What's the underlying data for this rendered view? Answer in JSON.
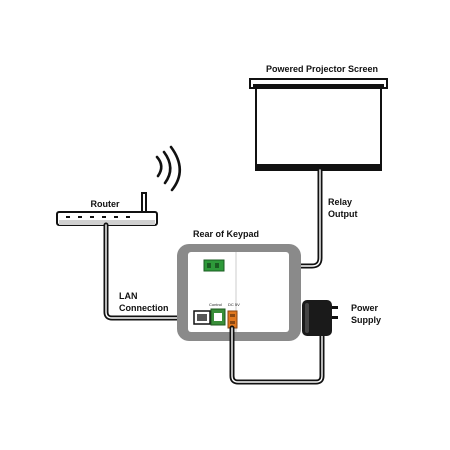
{
  "labels": {
    "projector_screen": "Powered Projector Screen",
    "relay_output_line1": "Relay",
    "relay_output_line2": "Output",
    "router": "Router",
    "rear_of_keypad": "Rear of Keypad",
    "lan_line1": "LAN",
    "lan_line2": "Connection",
    "power_line1": "Power",
    "power_line2": "Supply",
    "control_port": "Control",
    "dc_port": "DC 5V"
  },
  "icons": {
    "wifi": "wifi-signal-icon",
    "router": "router-icon",
    "screen": "projector-screen-icon",
    "keypad": "keypad-icon",
    "adapter": "power-adapter-icon"
  },
  "colors": {
    "ink": "#111111",
    "keypad_frame": "#8a8a8a",
    "relay_terminal": "#2e9a3a",
    "power_terminal": "#e0771e",
    "rj45_port": "#3a8f3a"
  }
}
